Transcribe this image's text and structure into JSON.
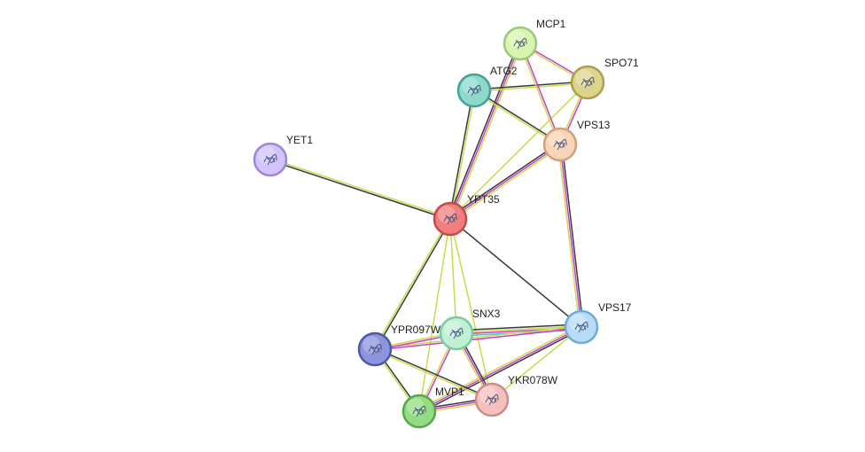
{
  "graph": {
    "nodes": [
      {
        "id": "YPT35",
        "label": "YPT35",
        "color": "#f08080",
        "stroke": "#c44b4b",
        "center": true
      },
      {
        "id": "YET1",
        "label": "YET1",
        "color": "#d2c4fb",
        "stroke": "#9c86d6"
      },
      {
        "id": "MCP1",
        "label": "MCP1",
        "color": "#d8f5b0",
        "stroke": "#9ec878"
      },
      {
        "id": "SPO71",
        "label": "SPO71",
        "color": "#dcd48c",
        "stroke": "#a8a050"
      },
      {
        "id": "ATG2",
        "label": "ATG2",
        "color": "#8ed8cc",
        "stroke": "#46a290"
      },
      {
        "id": "VPS13",
        "label": "VPS13",
        "color": "#f8d4b8",
        "stroke": "#d2a07c"
      },
      {
        "id": "VPS17",
        "label": "VPS17",
        "color": "#b8dcf6",
        "stroke": "#70aad6"
      },
      {
        "id": "SNX3",
        "label": "SNX3",
        "color": "#c0f0d4",
        "stroke": "#7ccaa0"
      },
      {
        "id": "YPR097W",
        "label": "YPR097W",
        "color": "#8c94dc",
        "stroke": "#4e58a6"
      },
      {
        "id": "MVP1",
        "label": "MVP1",
        "color": "#94dc84",
        "stroke": "#56a84a"
      },
      {
        "id": "YKR078W",
        "label": "YKR078W",
        "color": "#f6c0c0",
        "stroke": "#cc8c8c"
      }
    ],
    "edges": [
      {
        "source": "YPT35",
        "target": "YET1",
        "evidence": [
          "black",
          "yellow"
        ]
      },
      {
        "source": "YPT35",
        "target": "ATG2",
        "evidence": [
          "black",
          "yellow"
        ]
      },
      {
        "source": "YPT35",
        "target": "MCP1",
        "evidence": [
          "black",
          "magenta",
          "yellow"
        ]
      },
      {
        "source": "YPT35",
        "target": "SPO71",
        "evidence": [
          "yellow"
        ]
      },
      {
        "source": "YPT35",
        "target": "VPS13",
        "evidence": [
          "black",
          "magenta",
          "yellow"
        ]
      },
      {
        "source": "YPT35",
        "target": "VPS17",
        "evidence": [
          "black"
        ]
      },
      {
        "source": "YPT35",
        "target": "SNX3",
        "evidence": [
          "yellow"
        ]
      },
      {
        "source": "YPT35",
        "target": "YPR097W",
        "evidence": [
          "black",
          "yellow"
        ]
      },
      {
        "source": "YPT35",
        "target": "MVP1",
        "evidence": [
          "yellow"
        ]
      },
      {
        "source": "YPT35",
        "target": "YKR078W",
        "evidence": [
          "yellow"
        ]
      },
      {
        "source": "ATG2",
        "target": "SPO71",
        "evidence": [
          "black",
          "yellow"
        ]
      },
      {
        "source": "ATG2",
        "target": "VPS13",
        "evidence": [
          "black",
          "yellow"
        ]
      },
      {
        "source": "MCP1",
        "target": "SPO71",
        "evidence": [
          "magenta",
          "yellow"
        ]
      },
      {
        "source": "MCP1",
        "target": "VPS13",
        "evidence": [
          "magenta",
          "yellow"
        ]
      },
      {
        "source": "SPO71",
        "target": "VPS13",
        "evidence": [
          "magenta",
          "yellow"
        ]
      },
      {
        "source": "VPS13",
        "target": "VPS17",
        "evidence": [
          "black",
          "magenta",
          "yellow"
        ]
      },
      {
        "source": "VPS17",
        "target": "SNX3",
        "evidence": [
          "cyan",
          "magenta",
          "yellow",
          "black"
        ]
      },
      {
        "source": "VPS17",
        "target": "MVP1",
        "evidence": [
          "black",
          "magenta",
          "yellow"
        ]
      },
      {
        "source": "VPS17",
        "target": "YKR078W",
        "evidence": [
          "yellow"
        ]
      },
      {
        "source": "VPS17",
        "target": "YPR097W",
        "evidence": [
          "magenta",
          "yellow"
        ]
      },
      {
        "source": "SNX3",
        "target": "YPR097W",
        "evidence": [
          "magenta",
          "yellow"
        ]
      },
      {
        "source": "SNX3",
        "target": "MVP1",
        "evidence": [
          "magenta",
          "yellow"
        ]
      },
      {
        "source": "SNX3",
        "target": "YKR078W",
        "evidence": [
          "black",
          "magenta",
          "yellow"
        ]
      },
      {
        "source": "YPR097W",
        "target": "MVP1",
        "evidence": [
          "black",
          "yellow"
        ]
      },
      {
        "source": "YPR097W",
        "target": "YKR078W",
        "evidence": [
          "black",
          "yellow"
        ]
      },
      {
        "source": "MVP1",
        "target": "YKR078W",
        "evidence": [
          "black",
          "magenta",
          "yellow"
        ]
      }
    ],
    "evidence_colors": {
      "black": "#3a3a3a",
      "yellow": "#c7dc4c",
      "magenta": "#cc3ccc",
      "cyan": "#44c4d4"
    }
  }
}
